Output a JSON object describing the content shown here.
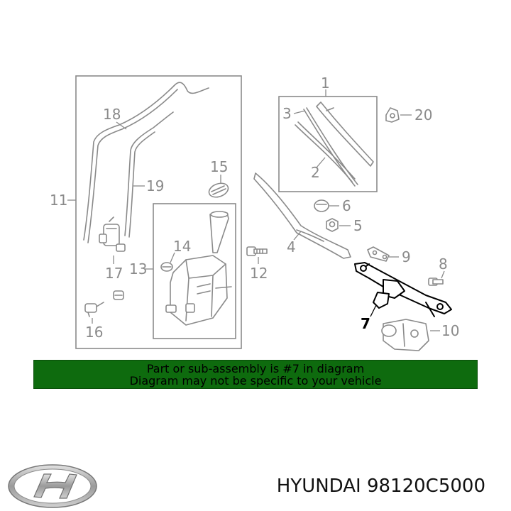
{
  "callouts": {
    "c1": "1",
    "c2": "2",
    "c3": "3",
    "c4": "4",
    "c5": "5",
    "c6": "6",
    "c7": "7",
    "c8": "8",
    "c9": "9",
    "c10": "10",
    "c11": "11",
    "c12": "12",
    "c13": "13",
    "c14": "14",
    "c15": "15",
    "c16": "16",
    "c17": "17",
    "c18": "18",
    "c19": "19",
    "c20": "20"
  },
  "highlighted_part": "7",
  "notice": {
    "line1": "Part or sub-assembly is #7 in diagram",
    "line2": "Diagram may not be specific to your vehicle"
  },
  "brand": {
    "logo_icon": "hyundai-logo-icon",
    "logo_color": "#9a9a9a"
  },
  "part_label": "HYUNDAI 98120C5000",
  "colors": {
    "notice_background": "#0e6b0e",
    "line_art": "#8a8a8a",
    "highlight": "#000000"
  }
}
